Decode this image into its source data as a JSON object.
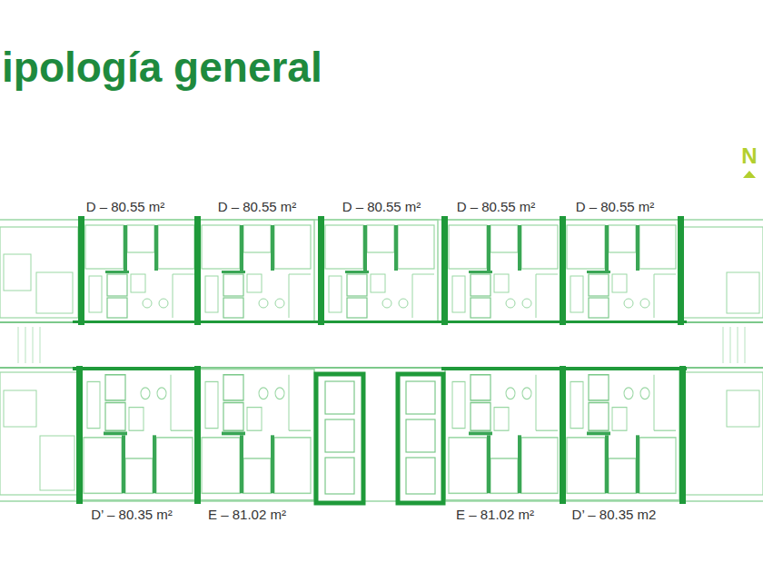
{
  "diagram": {
    "title": "ipología general",
    "labels": [
      "N",
      "D – 80.55 m²",
      "D – 80.55 m²",
      "D – 80.55 m²",
      "D – 80.55 m²",
      "D – 80.55 m²",
      "D’ – 80.35 m²",
      "E – 81.02 m²",
      "E – 81.02 m²",
      "D’ – 80.35 m2"
    ]
  }
}
